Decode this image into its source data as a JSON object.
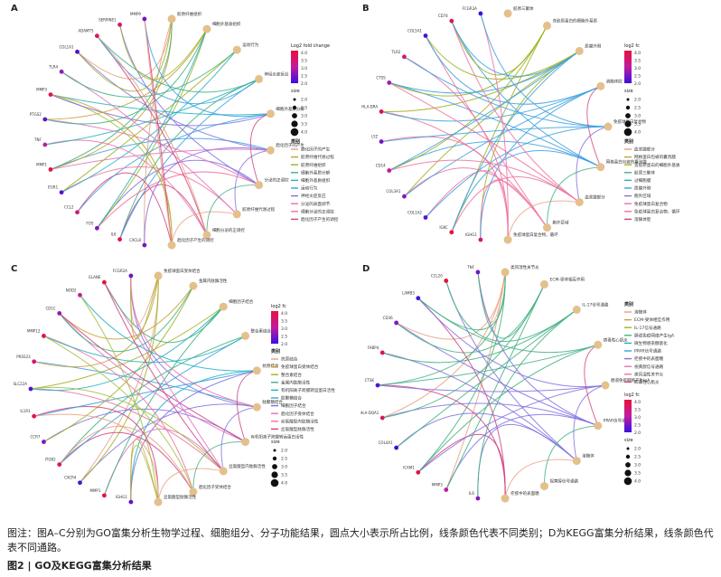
{
  "caption": "图注：图A–C分别为GO富集分析生物学过程、细胞组分、分子功能结果，圆点大小表示所占比例，线条颜色代表不同类别；D为KEGG富集分析结果，线条颜色代表不同通路。",
  "figure_title": "图2 | GO及KEGG富集分析结果",
  "colors": {
    "gradient_high": "#e8103a",
    "gradient_mid": "#c01ca0",
    "gradient_low": "#3a10e0",
    "term_node": "#e4c08c",
    "categories": [
      "#e8a080",
      "#c8a030",
      "#a0b020",
      "#40b080",
      "#20b0c0",
      "#3aa0e0",
      "#8070e0",
      "#e070c0",
      "#f070a0",
      "#d04080",
      "#a0c040"
    ]
  },
  "chart_data": [
    {
      "type": "network",
      "panel": "A",
      "legend": {
        "color_title": "Log2 fold change",
        "color_ticks": [
          "4.0",
          "3.5",
          "3.0",
          "2.5",
          "2.0"
        ],
        "size_title": "size",
        "size_ticks": [
          "2.0",
          "2.5",
          "3.0",
          "3.5",
          "4.0"
        ],
        "category_title": "类别",
        "categories": [
          "趋化因子的产生",
          "胶原纤维代谢过程",
          "胶原纤维组织",
          "细胞外基质分解",
          "细胞外基质组织",
          "运动行为",
          "神经炎症反应",
          "分泌的表面调节",
          "细胞分泌的正调控",
          "趋化因子产生的调控"
        ]
      },
      "terms": [
        "胶原纤维组织",
        "细胞外基质组织",
        "运动行为",
        "神经炎症反应",
        "细胞外基质分解",
        "趋化因子的产生",
        "分泌的正调控",
        "胶原纤维代谢过程",
        "细胞分泌的正调控",
        "趋化因子产生的调控"
      ],
      "genes": [
        {
          "label": "CXCL8",
          "lfc": 2.5
        },
        {
          "label": "IL6",
          "lfc": 3.9
        },
        {
          "label": "FOS",
          "lfc": 2.6
        },
        {
          "label": "CCL2",
          "lfc": 3.4
        },
        {
          "label": "EGR1",
          "lfc": 2.2
        },
        {
          "label": "MMP1",
          "lfc": 4.0
        },
        {
          "label": "TNF",
          "lfc": 3.0
        },
        {
          "label": "PTGS2",
          "lfc": 2.3
        },
        {
          "label": "MMP3",
          "lfc": 3.8
        },
        {
          "label": "TLR4",
          "lfc": 2.7
        },
        {
          "label": "COL1A1",
          "lfc": 2.1
        },
        {
          "label": "ADAMTS",
          "lfc": 3.7
        },
        {
          "label": "SERPINE1",
          "lfc": 3.6
        },
        {
          "label": "MMP9",
          "lfc": 2.4
        }
      ]
    },
    {
      "type": "network",
      "panel": "B",
      "legend": {
        "color_title": "log2 fc",
        "color_ticks": [
          "4.0",
          "3.5",
          "3.0",
          "2.5",
          "2.0"
        ],
        "size_title": "size",
        "size_ticks": [
          "2.0",
          "2.5",
          "3.0",
          "3.5",
          "4.0"
        ],
        "category_title": "类别",
        "categories": [
          "血浆膜部分",
          "网格蛋白包被的囊泡膜",
          "含胶原蛋白的细胞外基质",
          "胶原三聚体",
          "过细胞膜",
          "质膜外侧",
          "胞外区域",
          "免疫球蛋白复合物",
          "免疫球蛋白复合物，循环",
          "溶酶体腔"
        ]
      },
      "terms": [
        "胶原三聚体",
        "含胶原蛋白的细胞外基质",
        "质膜外侧",
        "溶酶体腔",
        "免疫球蛋白复合物",
        "网格蛋白包被的囊泡膜",
        "血浆膜部分",
        "胞外区域",
        "免疫球蛋白复合物，循环"
      ],
      "genes": [
        {
          "label": "IGHG1",
          "lfc": 3.5
        },
        {
          "label": "IGKC",
          "lfc": 4.0
        },
        {
          "label": "COL1A2",
          "lfc": 2.2
        },
        {
          "label": "COL3A1",
          "lfc": 2.6
        },
        {
          "label": "CD14",
          "lfc": 3.1
        },
        {
          "label": "LYZ",
          "lfc": 2.4
        },
        {
          "label": "HLA-DRA",
          "lfc": 3.9
        },
        {
          "label": "CTSS",
          "lfc": 2.8
        },
        {
          "label": "TLR2",
          "lfc": 3.4
        },
        {
          "label": "COL5A1",
          "lfc": 2.1
        },
        {
          "label": "CD74",
          "lfc": 3.7
        },
        {
          "label": "FCGR3A",
          "lfc": 2.0
        }
      ]
    },
    {
      "type": "network",
      "panel": "C",
      "legend": {
        "color_title": "log2 fc",
        "color_ticks": [
          "4.0",
          "3.5",
          "3.0",
          "2.5",
          "2.0"
        ],
        "size_title": "size",
        "size_ticks": [
          "2.0",
          "2.5",
          "3.0",
          "3.5",
          "4.0"
        ],
        "category_title": "类别",
        "categories": [
          "抗原结合",
          "免疫球蛋白受体结合",
          "整合素结合",
          "金属内肽酶活性",
          "有机阳离子跨膜转运蛋白活性",
          "肽聚糖结合",
          "细胞因子结合",
          "趋化因子受体结合",
          "丝氨酸型内肽酶活性",
          "丝氨酸型肽酶活性"
        ]
      },
      "terms": [
        "免疫球蛋白受体结合",
        "金属内肽酶活性",
        "细胞因子结合",
        "整合素结合",
        "抗原结合",
        "肽聚糖结合",
        "有机阳离子跨膜转运蛋白活性",
        "丝氨酸型内肽酶活性",
        "趋化因子受体结合",
        "丝氨酸型肽酶活性"
      ],
      "genes": [
        {
          "label": "IGHG1",
          "lfc": 2.3
        },
        {
          "label": "MMP1",
          "lfc": 4.0
        },
        {
          "label": "CXCR4",
          "lfc": 2.1
        },
        {
          "label": "ITGB2",
          "lfc": 3.6
        },
        {
          "label": "CCR7",
          "lfc": 2.5
        },
        {
          "label": "IL1R1",
          "lfc": 3.9
        },
        {
          "label": "SLC22A",
          "lfc": 2.2
        },
        {
          "label": "PRSS23",
          "lfc": 3.4
        },
        {
          "label": "MMP12",
          "lfc": 3.8
        },
        {
          "label": "CD1C",
          "lfc": 2.7
        },
        {
          "label": "NOD2",
          "lfc": 3.1
        },
        {
          "label": "ELANE",
          "lfc": 4.0
        },
        {
          "label": "FCGR2A",
          "lfc": 2.4
        }
      ]
    },
    {
      "type": "network",
      "panel": "D",
      "legend": {
        "category_title": "类别",
        "categories": [
          "溶酶体",
          "ECM-受体相互作用",
          "IL-17信号通路",
          "肠道免疫网络产生IgA",
          "微生物感染糖基化",
          "PPAR信号通路",
          "疟疾中的表面糖",
          "视黄醇信号通路",
          "类风湿性关节炎",
          "病毒性心肌炎"
        ],
        "color_title": "log2 fc",
        "color_ticks": [
          "4.0",
          "3.5",
          "3.0",
          "2.5",
          "2.0"
        ],
        "size_title": "size",
        "size_ticks": [
          "2.0",
          "2.5",
          "3.0",
          "3.5",
          "4.0"
        ]
      },
      "terms": [
        "类风湿性关节炎",
        "ECM-受体相互作用",
        "IL-17信号通路",
        "病毒性心肌炎",
        "肠道免疫网络产生IgA",
        "PPAR信号通路",
        "溶酶体",
        "视黄醇信号通路",
        "疟疾中的表面糖"
      ],
      "genes": [
        {
          "label": "IL6",
          "lfc": 2.6
        },
        {
          "label": "MMP3",
          "lfc": 3.0
        },
        {
          "label": "ICAM1",
          "lfc": 3.8
        },
        {
          "label": "COL4A1",
          "lfc": 2.0
        },
        {
          "label": "HLA-DQA1",
          "lfc": 3.6
        },
        {
          "label": "CTSK",
          "lfc": 2.2
        },
        {
          "label": "FABP4",
          "lfc": 3.9
        },
        {
          "label": "CD36",
          "lfc": 2.5
        },
        {
          "label": "LAMB3",
          "lfc": 2.1
        },
        {
          "label": "CCL20",
          "lfc": 4.0
        },
        {
          "label": "TNF",
          "lfc": 2.4
        }
      ]
    }
  ]
}
